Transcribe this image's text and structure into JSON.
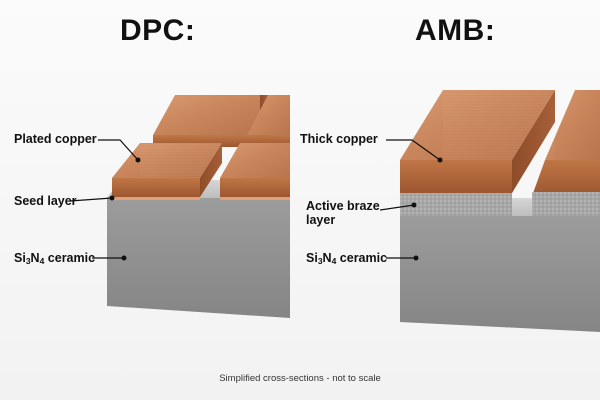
{
  "titles": {
    "left": "DPC:",
    "right": "AMB:"
  },
  "dpc": {
    "plated_copper": "Plated copper",
    "seed_layer": "Seed layer",
    "ceramic": {
      "prefix": "Si",
      "sub1": "3",
      "mid": "N",
      "sub2": "4",
      "suffix": " ceramic"
    }
  },
  "amb": {
    "thick_copper": "Thick copper",
    "braze_line1": "Active braze",
    "braze_line2": "layer",
    "ceramic": {
      "prefix": "Si",
      "sub1": "3",
      "mid": "N",
      "sub2": "4",
      "suffix": " ceramic"
    }
  },
  "caption": "Simplified cross-sections - not to scale",
  "colors": {
    "copper_top": "#cf8a62",
    "copper_front": "#b86a3e",
    "ceramic_front": "#909090",
    "ceramic_top": "#c9c9c9",
    "braze": "#a9a9a9",
    "seed": "#d99b72"
  }
}
